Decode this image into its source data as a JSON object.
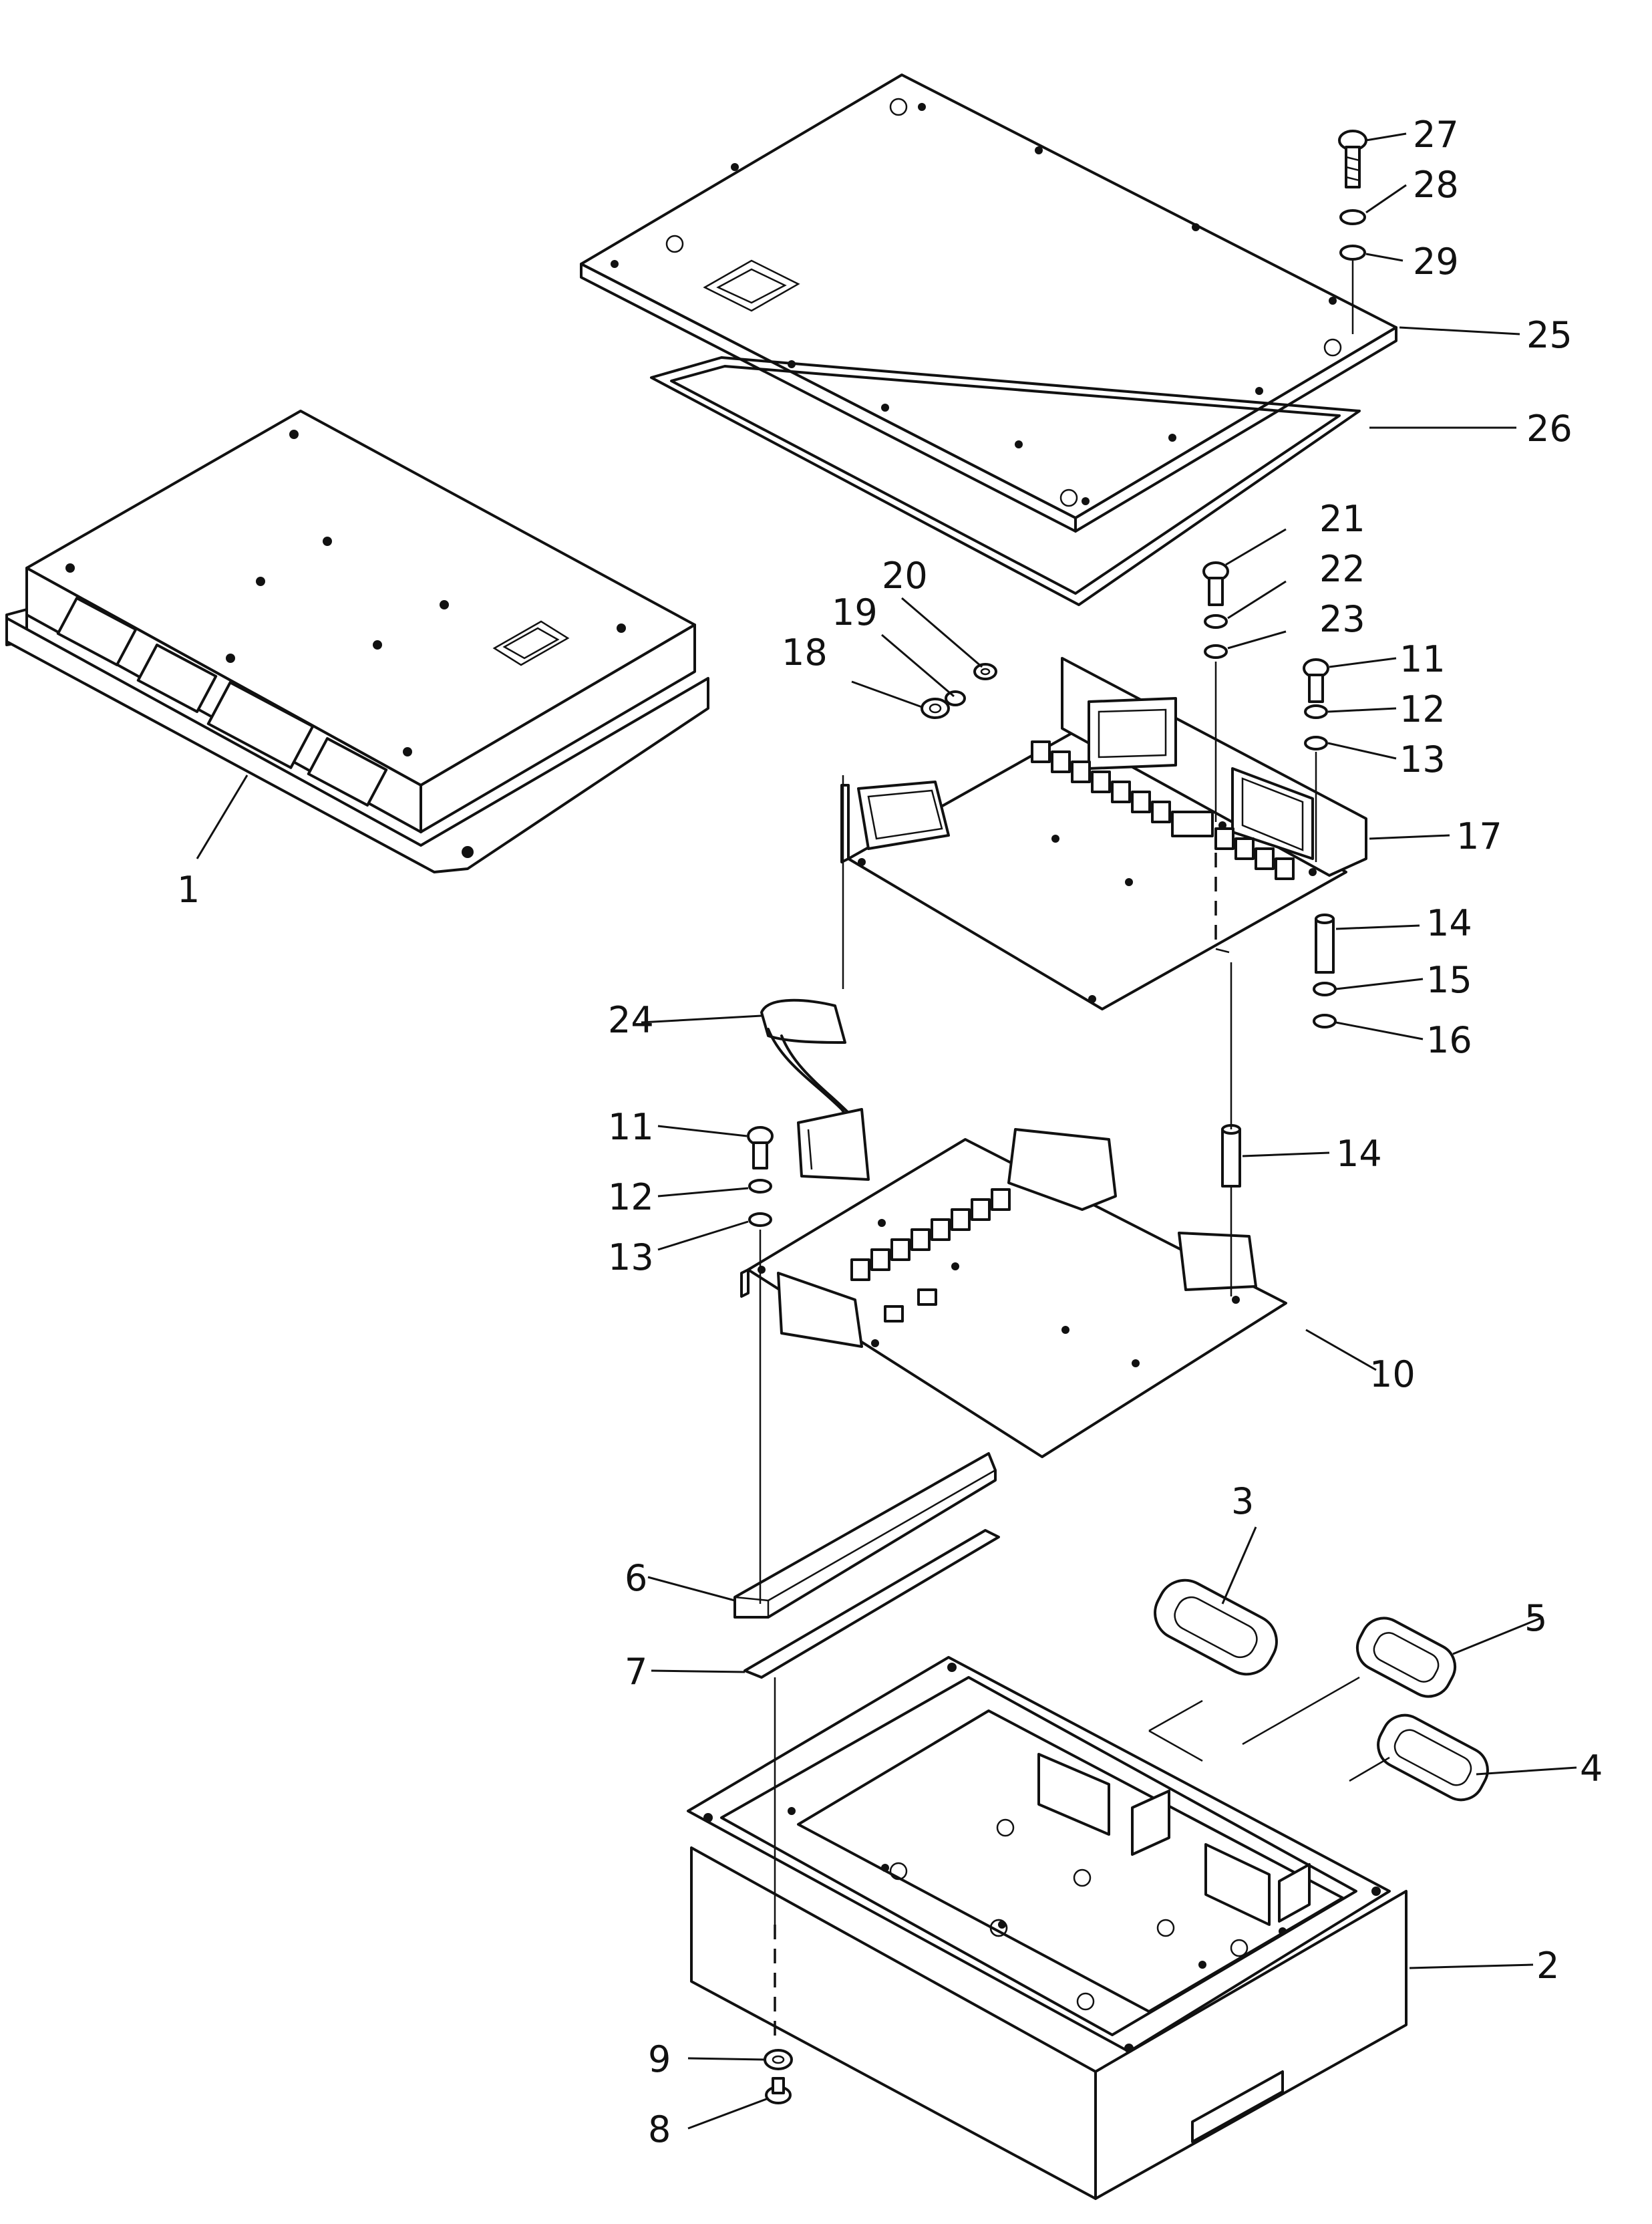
{
  "diagram": {
    "callouts": [
      {
        "id": "c1",
        "text": "1"
      },
      {
        "id": "c2",
        "text": "2"
      },
      {
        "id": "c3",
        "text": "3"
      },
      {
        "id": "c4",
        "text": "4"
      },
      {
        "id": "c5",
        "text": "5"
      },
      {
        "id": "c6",
        "text": "6"
      },
      {
        "id": "c7",
        "text": "7"
      },
      {
        "id": "c8",
        "text": "8"
      },
      {
        "id": "c9",
        "text": "9"
      },
      {
        "id": "c10",
        "text": "10"
      },
      {
        "id": "c11a",
        "text": "11"
      },
      {
        "id": "c11b",
        "text": "11"
      },
      {
        "id": "c12a",
        "text": "12"
      },
      {
        "id": "c12b",
        "text": "12"
      },
      {
        "id": "c13a",
        "text": "13"
      },
      {
        "id": "c13b",
        "text": "13"
      },
      {
        "id": "c14a",
        "text": "14"
      },
      {
        "id": "c14b",
        "text": "14"
      },
      {
        "id": "c15",
        "text": "15"
      },
      {
        "id": "c16",
        "text": "16"
      },
      {
        "id": "c17",
        "text": "17"
      },
      {
        "id": "c18",
        "text": "18"
      },
      {
        "id": "c19",
        "text": "19"
      },
      {
        "id": "c20",
        "text": "20"
      },
      {
        "id": "c21",
        "text": "21"
      },
      {
        "id": "c22",
        "text": "22"
      },
      {
        "id": "c23",
        "text": "23"
      },
      {
        "id": "c24",
        "text": "24"
      },
      {
        "id": "c25",
        "text": "25"
      },
      {
        "id": "c26",
        "text": "26"
      },
      {
        "id": "c27",
        "text": "27"
      },
      {
        "id": "c28",
        "text": "28"
      },
      {
        "id": "c29",
        "text": "29"
      }
    ]
  }
}
